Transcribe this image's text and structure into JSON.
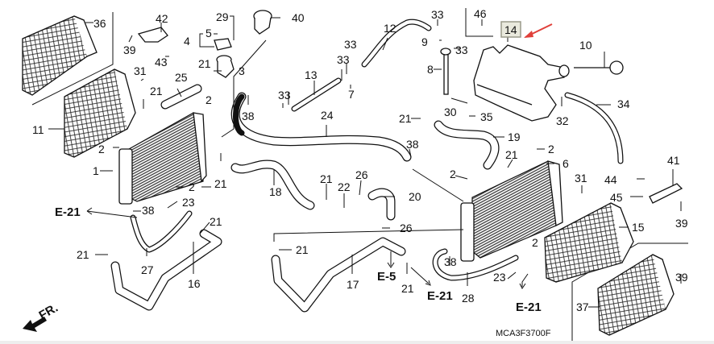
{
  "diagram": {
    "title_code": "MCA3F3700F",
    "highlighted_part": "14",
    "highlight_color": "#e9e9dd",
    "arrow_color": "#e0403a",
    "direction_label": "FR.",
    "callouts": {
      "c36": "36",
      "c42": "42",
      "c29": "29",
      "c40": "40",
      "c33a": "33",
      "c46": "46",
      "c14": "14",
      "c10": "10",
      "c39a": "39",
      "c5": "5",
      "c4": "4",
      "c12": "12",
      "c9": "9",
      "c33b": "33",
      "c43": "43",
      "c31a": "31",
      "c21a": "21",
      "c3": "3",
      "c33c": "33",
      "c33d": "33",
      "c8": "8",
      "c25": "25",
      "c13": "13",
      "c7": "7",
      "c11": "11",
      "c21b": "21",
      "c2a": "2",
      "c38a": "38",
      "c33e": "33",
      "c30": "30",
      "c32": "32",
      "c34": "34",
      "c21c": "21",
      "c35": "35",
      "c24": "24",
      "c19": "19",
      "c2b": "2",
      "c38b": "38",
      "c21d": "21",
      "c2c": "2",
      "c6": "6",
      "c1": "1",
      "c21e": "21",
      "c18": "18",
      "c2d": "2",
      "c21f": "21",
      "c26a": "26",
      "c22": "22",
      "c20": "20",
      "c31b": "31",
      "c41": "41",
      "c44": "44",
      "c45": "45",
      "c2e": "2",
      "c23a": "23",
      "c38c": "38",
      "c21g": "21",
      "c39b": "39",
      "c26b": "26",
      "c15": "15",
      "c21h": "21",
      "c27": "27",
      "c16": "16",
      "c21i": "21",
      "c17": "17",
      "c38d": "38",
      "c21j": "21",
      "c23b": "23",
      "c28": "28",
      "c39c": "39",
      "c37": "37",
      "c2f": "2"
    },
    "references": {
      "e21_left": "E-21",
      "e5": "E-5",
      "e21_mid": "E-21",
      "e21_right": "E-21"
    }
  }
}
